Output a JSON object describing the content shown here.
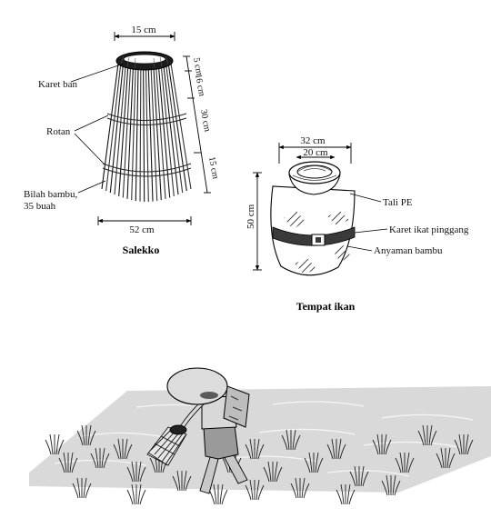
{
  "salekko": {
    "caption": "Salekko",
    "labels": {
      "rubber": "Karet ban",
      "rattan": "Rotan",
      "bamboo_line1": "Bilah bambu,",
      "bamboo_line2": "35 buah"
    },
    "dimensions": {
      "top_width": "15 cm",
      "bottom_width": "52 cm",
      "seg1": "5 cm",
      "seg2": "16 cm",
      "seg3": "30 cm",
      "seg4": "15 cm"
    }
  },
  "tempat_ikan": {
    "caption": "Tempat ikan",
    "labels": {
      "rope": "Tali PE",
      "belt": "Karet ikat pinggang",
      "weave": "Anyaman bambu"
    },
    "dimensions": {
      "outer_width": "32 cm",
      "inner_width": "20 cm",
      "height": "50 cm"
    }
  }
}
